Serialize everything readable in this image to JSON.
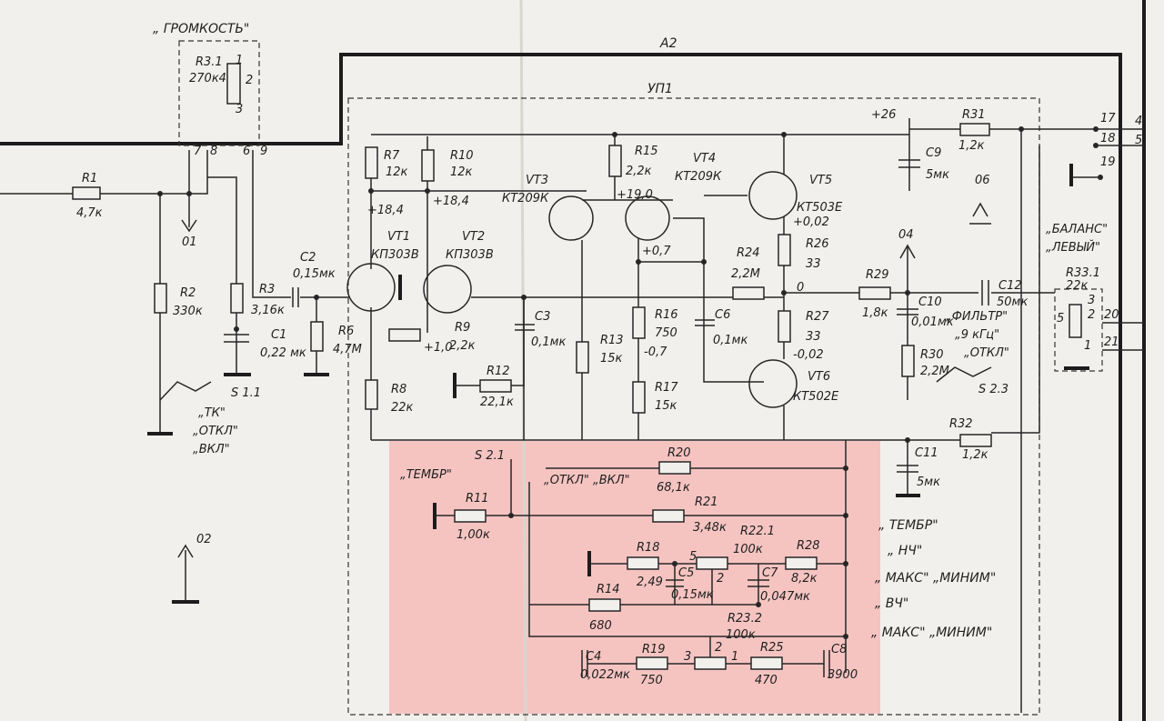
{
  "labels": {
    "volume": "„ ГРОМКОСТЬ\"",
    "a2": "А2",
    "up1": "УП1",
    "r31_ref": "R3.1",
    "r31_val": "270к4",
    "pin1": "1",
    "pin2": "2",
    "pin3": "3",
    "pin7": "7",
    "pin8": "8",
    "pin6": "6",
    "pin9": "9",
    "r1": "R1",
    "r1v": "4,7к",
    "r2": "R2",
    "r2v": "330к",
    "r3": "R3",
    "r3v": "3,16к",
    "c1": "C1",
    "c1v": "0,22 мк",
    "c2": "C2",
    "c2v": "0,15мк",
    "r6": "R6",
    "r6v": "4,7М",
    "r7": "R7",
    "r7v": "12к",
    "r8": "R8",
    "r8v": "22к",
    "r9": "R9",
    "r9v": "2,2к",
    "r10": "R10",
    "r10v": "12к",
    "r12": "R12",
    "r12v": "22,1к",
    "c3": "C3",
    "c3v": "0,1мк",
    "r13": "R13",
    "r13v": "15к",
    "r15": "R15",
    "r15v": "2,2к",
    "r16": "R16",
    "r16v": "750",
    "r17": "R17",
    "r17v": "15к",
    "c6": "C6",
    "c6v": "0,1мк",
    "r24": "R24",
    "r24v": "2,2М",
    "r26": "R26",
    "r26v": "33",
    "r27": "R27",
    "r27v": "33",
    "r29": "R29",
    "r29v": "1,8к",
    "c10": "C10",
    "c10v": "0,01мк",
    "r30": "R30",
    "r30v": "2,2М",
    "c12": "C12",
    "c12v": "50мк",
    "r31": "R31",
    "r31v": "1,2к",
    "c9": "C9",
    "c9v": "5мк",
    "r32": "R32",
    "r32v": "1,2к",
    "c11": "C11",
    "c11v": "5мк",
    "r331": "R33.1",
    "r331v": "22к",
    "vt1": "VT1",
    "vt1t": "КП303В",
    "vt2": "VT2",
    "vt2t": "КП303В",
    "vt3": "VT3",
    "vt3t": "КТ209К",
    "vt4": "VT4",
    "vt4t": "КТ209К",
    "vt5": "VT5",
    "vt5t": "КТ503Е",
    "vt6": "VT6",
    "vt6t": "КТ502Е",
    "v184a": "+18,4",
    "v184b": "+18,4",
    "v190": "+19,0",
    "v10": "+1,0",
    "v07": "+0,7",
    "vm07": "-0,7",
    "v002": "+0,02",
    "vm002": "-0,02",
    "v0": "0",
    "v26": "+26",
    "o1": "01",
    "o2": "02",
    "o4": "04",
    "o6": "06",
    "s11": "S 1.1",
    "tk": "„ТК\"",
    "otkl1": "„ОТКЛ\"",
    "vkl1": "„ВКЛ\"",
    "balance1": "„БАЛАНС\"",
    "balance2": "„ЛЕВЫЙ\"",
    "filter1": "„ФИЛЬТР\"",
    "filter2": "„9 кГц\"",
    "filter3": "„ОТКЛ\"",
    "s23": "S 2.3",
    "p17": "17",
    "p18": "18",
    "p19": "19",
    "p20": "20",
    "p21": "21",
    "p4": "4",
    "p5": "5",
    "b1": "1",
    "b2": "2",
    "b3": "3",
    "b5": "5",
    "tembr_sw": "„ТЕМБР\"",
    "s21": "S 2.1",
    "otkl_vkl": "„ОТКЛ\" „ВКЛ\"",
    "r11": "R11",
    "r11v": "1,00к",
    "r20": "R20",
    "r20v": "68,1к",
    "r21": "R21",
    "r21v": "3,48к",
    "r18": "R18",
    "r18v": "2,49",
    "c5": "C5",
    "c5v": "0,15мк",
    "r221": "R22.1",
    "r221v": "100к",
    "c7": "C7",
    "c7v": "0,047мк",
    "r28": "R28",
    "r28v": "8,2к",
    "r14": "R14",
    "r14v": "680",
    "r232": "R23.2",
    "r232v": "100к",
    "c4": "C4",
    "c4v": "0,022мк",
    "r19": "R19",
    "r19v": "750",
    "r25": "R25",
    "r25v": "470",
    "c8": "C8",
    "c8v": "3900",
    "w3": "3",
    "w2": "2",
    "w1": "1",
    "w5": "5",
    "w2b": "2",
    "tembr_r": "„ ТЕМБР\"",
    "nch": "„ НЧ\"",
    "maxmin1": "„ МАКС\" „МИНИМ\"",
    "vch": "„ ВЧ\"",
    "maxmin2": "„ МАКС\" „МИНИМ\""
  },
  "colors": {
    "highlight": "#f5b6b3",
    "ink": "#262626",
    "paper": "#f1f0ec"
  }
}
